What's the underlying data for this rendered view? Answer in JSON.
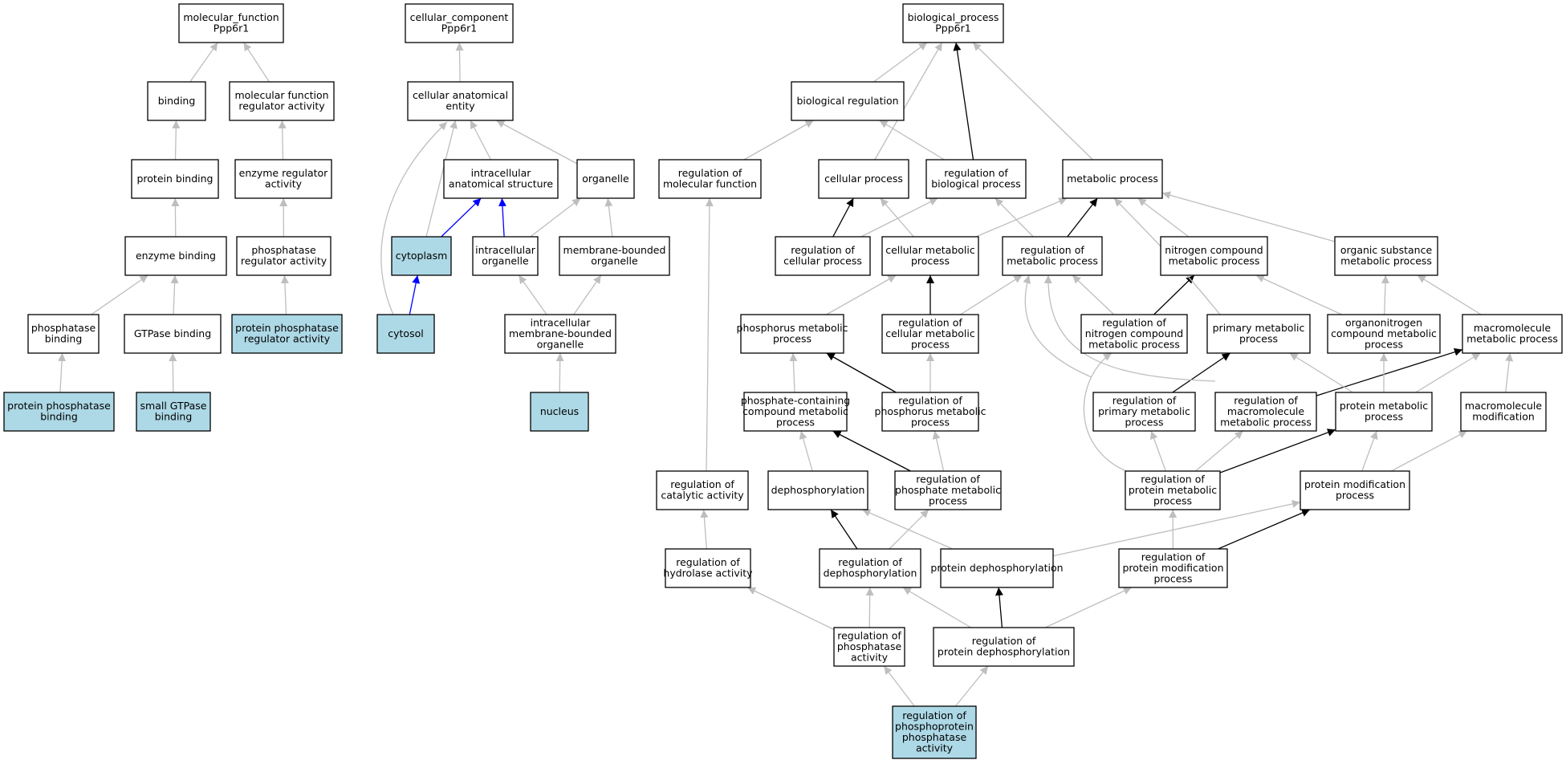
{
  "graph": {
    "nodes": [
      {
        "id": "mf",
        "lines": [
          "molecular_function",
          "Ppp6r1"
        ],
        "highlight": false
      },
      {
        "id": "binding",
        "lines": [
          "binding"
        ],
        "highlight": false
      },
      {
        "id": "mfra",
        "lines": [
          "molecular function",
          "regulator activity"
        ],
        "highlight": false
      },
      {
        "id": "protbind",
        "lines": [
          "protein binding"
        ],
        "highlight": false
      },
      {
        "id": "enzreg",
        "lines": [
          "enzyme regulator",
          "activity"
        ],
        "highlight": false
      },
      {
        "id": "enzbind",
        "lines": [
          "enzyme binding"
        ],
        "highlight": false
      },
      {
        "id": "phosreg",
        "lines": [
          "phosphatase",
          "regulator activity"
        ],
        "highlight": false
      },
      {
        "id": "phosbind",
        "lines": [
          "phosphatase",
          "binding"
        ],
        "highlight": false
      },
      {
        "id": "gtpbind",
        "lines": [
          "GTPase binding"
        ],
        "highlight": false
      },
      {
        "id": "ppra",
        "lines": [
          "protein phosphatase",
          "regulator activity"
        ],
        "highlight": true
      },
      {
        "id": "ppb",
        "lines": [
          "protein phosphatase",
          "binding"
        ],
        "highlight": true
      },
      {
        "id": "sgtp",
        "lines": [
          "small GTPase",
          "binding"
        ],
        "highlight": true
      },
      {
        "id": "cc",
        "lines": [
          "cellular_component",
          "Ppp6r1"
        ],
        "highlight": false
      },
      {
        "id": "cae",
        "lines": [
          "cellular anatomical",
          "entity"
        ],
        "highlight": false
      },
      {
        "id": "ias",
        "lines": [
          "intracellular",
          "anatomical structure"
        ],
        "highlight": false
      },
      {
        "id": "organelle",
        "lines": [
          "organelle"
        ],
        "highlight": false
      },
      {
        "id": "cytoplasm",
        "lines": [
          "cytoplasm"
        ],
        "highlight": true
      },
      {
        "id": "intorg",
        "lines": [
          "intracellular",
          "organelle"
        ],
        "highlight": false
      },
      {
        "id": "mbo",
        "lines": [
          "membrane-bounded",
          "organelle"
        ],
        "highlight": false
      },
      {
        "id": "cytosol",
        "lines": [
          "cytosol"
        ],
        "highlight": true
      },
      {
        "id": "imbo",
        "lines": [
          "intracellular",
          "membrane-bounded",
          "organelle"
        ],
        "highlight": false
      },
      {
        "id": "nucleus",
        "lines": [
          "nucleus"
        ],
        "highlight": true
      },
      {
        "id": "bp",
        "lines": [
          "biological_process",
          "Ppp6r1"
        ],
        "highlight": false
      },
      {
        "id": "bioreg",
        "lines": [
          "biological regulation"
        ],
        "highlight": false
      },
      {
        "id": "regmf",
        "lines": [
          "regulation of",
          "molecular function"
        ],
        "highlight": false
      },
      {
        "id": "cellproc",
        "lines": [
          "cellular process"
        ],
        "highlight": false
      },
      {
        "id": "regbp",
        "lines": [
          "regulation of",
          "biological process"
        ],
        "highlight": false
      },
      {
        "id": "metproc",
        "lines": [
          "metabolic process"
        ],
        "highlight": false
      },
      {
        "id": "regcp",
        "lines": [
          "regulation of",
          "cellular process"
        ],
        "highlight": false
      },
      {
        "id": "cmp",
        "lines": [
          "cellular metabolic",
          "process"
        ],
        "highlight": false
      },
      {
        "id": "regmp",
        "lines": [
          "regulation of",
          "metabolic process"
        ],
        "highlight": false
      },
      {
        "id": "ncmp",
        "lines": [
          "nitrogen compound",
          "metabolic process"
        ],
        "highlight": false
      },
      {
        "id": "osmp",
        "lines": [
          "organic substance",
          "metabolic process"
        ],
        "highlight": false
      },
      {
        "id": "phmp",
        "lines": [
          "phosphorus metabolic",
          "process"
        ],
        "highlight": false
      },
      {
        "id": "regcmp",
        "lines": [
          "regulation of",
          "cellular metabolic",
          "process"
        ],
        "highlight": false
      },
      {
        "id": "regncmp",
        "lines": [
          "regulation of",
          "nitrogen compound",
          "metabolic process"
        ],
        "highlight": false
      },
      {
        "id": "pmp",
        "lines": [
          "primary metabolic",
          "process"
        ],
        "highlight": false
      },
      {
        "id": "ocmp",
        "lines": [
          "organonitrogen",
          "compound metabolic",
          "process"
        ],
        "highlight": false
      },
      {
        "id": "mmp",
        "lines": [
          "macromolecule",
          "metabolic process"
        ],
        "highlight": false
      },
      {
        "id": "pccmp",
        "lines": [
          "phosphate-containing",
          "compound metabolic",
          "process"
        ],
        "highlight": false
      },
      {
        "id": "regphmp",
        "lines": [
          "regulation of",
          "phosphorus metabolic",
          "process"
        ],
        "highlight": false
      },
      {
        "id": "regpmp",
        "lines": [
          "regulation of",
          "primary metabolic",
          "process"
        ],
        "highlight": false
      },
      {
        "id": "regmmp",
        "lines": [
          "regulation of",
          "macromolecule",
          "metabolic process"
        ],
        "highlight": false
      },
      {
        "id": "protmp",
        "lines": [
          "protein metabolic",
          "process"
        ],
        "highlight": false
      },
      {
        "id": "mmod",
        "lines": [
          "macromolecule",
          "modification"
        ],
        "highlight": false
      },
      {
        "id": "regca",
        "lines": [
          "regulation of",
          "catalytic activity"
        ],
        "highlight": false
      },
      {
        "id": "dephos",
        "lines": [
          "dephosphorylation"
        ],
        "highlight": false
      },
      {
        "id": "regpmeta",
        "lines": [
          "regulation of",
          "phosphate metabolic",
          "process"
        ],
        "highlight": false
      },
      {
        "id": "regprotmp",
        "lines": [
          "regulation of",
          "protein metabolic",
          "process"
        ],
        "highlight": false
      },
      {
        "id": "pmod",
        "lines": [
          "protein modification",
          "process"
        ],
        "highlight": false
      },
      {
        "id": "reghyd",
        "lines": [
          "regulation of",
          "hydrolase activity"
        ],
        "highlight": false
      },
      {
        "id": "regdephos",
        "lines": [
          "regulation of",
          "dephosphorylation"
        ],
        "highlight": false
      },
      {
        "id": "protdephos",
        "lines": [
          "protein dephosphorylation"
        ],
        "highlight": false
      },
      {
        "id": "regpmod",
        "lines": [
          "regulation of",
          "protein modification",
          "process"
        ],
        "highlight": false
      },
      {
        "id": "regphosact",
        "lines": [
          "regulation of",
          "phosphatase",
          "activity"
        ],
        "highlight": false
      },
      {
        "id": "regprotdephos",
        "lines": [
          "regulation of",
          "protein dephosphorylation"
        ],
        "highlight": false
      },
      {
        "id": "regppa",
        "lines": [
          "regulation of",
          "phosphoprotein",
          "phosphatase",
          "activity"
        ],
        "highlight": true
      }
    ],
    "edges": [
      {
        "from": "binding",
        "to": "mf",
        "kind": "is_a"
      },
      {
        "from": "mfra",
        "to": "mf",
        "kind": "is_a"
      },
      {
        "from": "protbind",
        "to": "binding",
        "kind": "is_a"
      },
      {
        "from": "enzreg",
        "to": "mfra",
        "kind": "is_a"
      },
      {
        "from": "enzbind",
        "to": "protbind",
        "kind": "is_a"
      },
      {
        "from": "phosreg",
        "to": "enzreg",
        "kind": "is_a"
      },
      {
        "from": "phosbind",
        "to": "enzbind",
        "kind": "is_a"
      },
      {
        "from": "gtpbind",
        "to": "enzbind",
        "kind": "is_a"
      },
      {
        "from": "ppra",
        "to": "phosreg",
        "kind": "is_a"
      },
      {
        "from": "ppb",
        "to": "phosbind",
        "kind": "is_a"
      },
      {
        "from": "sgtp",
        "to": "gtpbind",
        "kind": "is_a"
      },
      {
        "from": "cae",
        "to": "cc",
        "kind": "is_a"
      },
      {
        "from": "ias",
        "to": "cae",
        "kind": "is_a"
      },
      {
        "from": "organelle",
        "to": "cae",
        "kind": "is_a"
      },
      {
        "from": "cytoplasm",
        "to": "cae",
        "kind": "is_a"
      },
      {
        "from": "cytosol",
        "to": "cae",
        "kind": "is_a"
      },
      {
        "from": "cytoplasm",
        "to": "ias",
        "kind": "part_of"
      },
      {
        "from": "intorg",
        "to": "ias",
        "kind": "part_of"
      },
      {
        "from": "intorg",
        "to": "organelle",
        "kind": "is_a"
      },
      {
        "from": "mbo",
        "to": "organelle",
        "kind": "is_a"
      },
      {
        "from": "cytosol",
        "to": "cytoplasm",
        "kind": "part_of"
      },
      {
        "from": "imbo",
        "to": "intorg",
        "kind": "is_a"
      },
      {
        "from": "imbo",
        "to": "mbo",
        "kind": "is_a"
      },
      {
        "from": "nucleus",
        "to": "imbo",
        "kind": "is_a"
      },
      {
        "from": "bioreg",
        "to": "bp",
        "kind": "is_a"
      },
      {
        "from": "cellproc",
        "to": "bp",
        "kind": "is_a"
      },
      {
        "from": "regbp",
        "to": "bp",
        "kind": "regulates"
      },
      {
        "from": "metproc",
        "to": "bp",
        "kind": "is_a"
      },
      {
        "from": "regmf",
        "to": "bioreg",
        "kind": "is_a"
      },
      {
        "from": "regbp",
        "to": "bioreg",
        "kind": "is_a"
      },
      {
        "from": "regcp",
        "to": "cellproc",
        "kind": "regulates"
      },
      {
        "from": "regcp",
        "to": "regbp",
        "kind": "is_a"
      },
      {
        "from": "cmp",
        "to": "cellproc",
        "kind": "is_a"
      },
      {
        "from": "cmp",
        "to": "metproc",
        "kind": "is_a"
      },
      {
        "from": "regmp",
        "to": "regbp",
        "kind": "is_a"
      },
      {
        "from": "regmp",
        "to": "metproc",
        "kind": "regulates"
      },
      {
        "from": "ncmp",
        "to": "metproc",
        "kind": "is_a"
      },
      {
        "from": "osmp",
        "to": "metproc",
        "kind": "is_a"
      },
      {
        "from": "phmp",
        "to": "cmp",
        "kind": "is_a"
      },
      {
        "from": "regcmp",
        "to": "cmp",
        "kind": "regulates"
      },
      {
        "from": "regcmp",
        "to": "regmp",
        "kind": "is_a"
      },
      {
        "from": "regncmp",
        "to": "regmp",
        "kind": "is_a"
      },
      {
        "from": "regncmp",
        "to": "ncmp",
        "kind": "regulates"
      },
      {
        "from": "pmp",
        "to": "metproc",
        "kind": "is_a"
      },
      {
        "from": "ocmp",
        "to": "ncmp",
        "kind": "is_a"
      },
      {
        "from": "ocmp",
        "to": "osmp",
        "kind": "is_a"
      },
      {
        "from": "mmp",
        "to": "osmp",
        "kind": "is_a"
      },
      {
        "from": "pccmp",
        "to": "phmp",
        "kind": "is_a"
      },
      {
        "from": "regphmp",
        "to": "phmp",
        "kind": "regulates"
      },
      {
        "from": "regphmp",
        "to": "regcmp",
        "kind": "is_a"
      },
      {
        "from": "regpmp",
        "to": "regmp",
        "kind": "is_a"
      },
      {
        "from": "regpmp",
        "to": "pmp",
        "kind": "regulates"
      },
      {
        "from": "regmmp",
        "to": "regmp",
        "kind": "is_a"
      },
      {
        "from": "regmmp",
        "to": "mmp",
        "kind": "regulates"
      },
      {
        "from": "protmp",
        "to": "pmp",
        "kind": "is_a"
      },
      {
        "from": "protmp",
        "to": "ocmp",
        "kind": "is_a"
      },
      {
        "from": "protmp",
        "to": "mmp",
        "kind": "is_a"
      },
      {
        "from": "mmod",
        "to": "mmp",
        "kind": "is_a"
      },
      {
        "from": "regca",
        "to": "regmf",
        "kind": "is_a"
      },
      {
        "from": "dephos",
        "to": "pccmp",
        "kind": "is_a"
      },
      {
        "from": "regpmeta",
        "to": "pccmp",
        "kind": "regulates"
      },
      {
        "from": "regpmeta",
        "to": "regphmp",
        "kind": "is_a"
      },
      {
        "from": "regprotmp",
        "to": "regpmp",
        "kind": "is_a"
      },
      {
        "from": "regprotmp",
        "to": "regmmp",
        "kind": "is_a"
      },
      {
        "from": "regprotmp",
        "to": "protmp",
        "kind": "regulates"
      },
      {
        "from": "regprotmp",
        "to": "regncmp",
        "kind": "is_a"
      },
      {
        "from": "pmod",
        "to": "protmp",
        "kind": "is_a"
      },
      {
        "from": "pmod",
        "to": "mmod",
        "kind": "is_a"
      },
      {
        "from": "reghyd",
        "to": "regca",
        "kind": "is_a"
      },
      {
        "from": "regdephos",
        "to": "dephos",
        "kind": "regulates"
      },
      {
        "from": "regdephos",
        "to": "regpmeta",
        "kind": "is_a"
      },
      {
        "from": "protdephos",
        "to": "dephos",
        "kind": "is_a"
      },
      {
        "from": "protdephos",
        "to": "pmod",
        "kind": "is_a"
      },
      {
        "from": "regpmod",
        "to": "regprotmp",
        "kind": "is_a"
      },
      {
        "from": "regpmod",
        "to": "pmod",
        "kind": "regulates"
      },
      {
        "from": "regphosact",
        "to": "reghyd",
        "kind": "is_a"
      },
      {
        "from": "regphosact",
        "to": "regdephos",
        "kind": "is_a"
      },
      {
        "from": "regprotdephos",
        "to": "regdephos",
        "kind": "is_a"
      },
      {
        "from": "regprotdephos",
        "to": "protdephos",
        "kind": "regulates"
      },
      {
        "from": "regprotdephos",
        "to": "regpmod",
        "kind": "is_a"
      },
      {
        "from": "regppa",
        "to": "regphosact",
        "kind": "is_a"
      },
      {
        "from": "regppa",
        "to": "regprotdephos",
        "kind": "is_a"
      }
    ],
    "colors": {
      "is_a": "#bebebe",
      "part_of": "#0000ff",
      "regulates": "#000000",
      "highlight_fill": "#add8e6",
      "node_fill": "#ffffff",
      "node_border": "#000000"
    }
  }
}
